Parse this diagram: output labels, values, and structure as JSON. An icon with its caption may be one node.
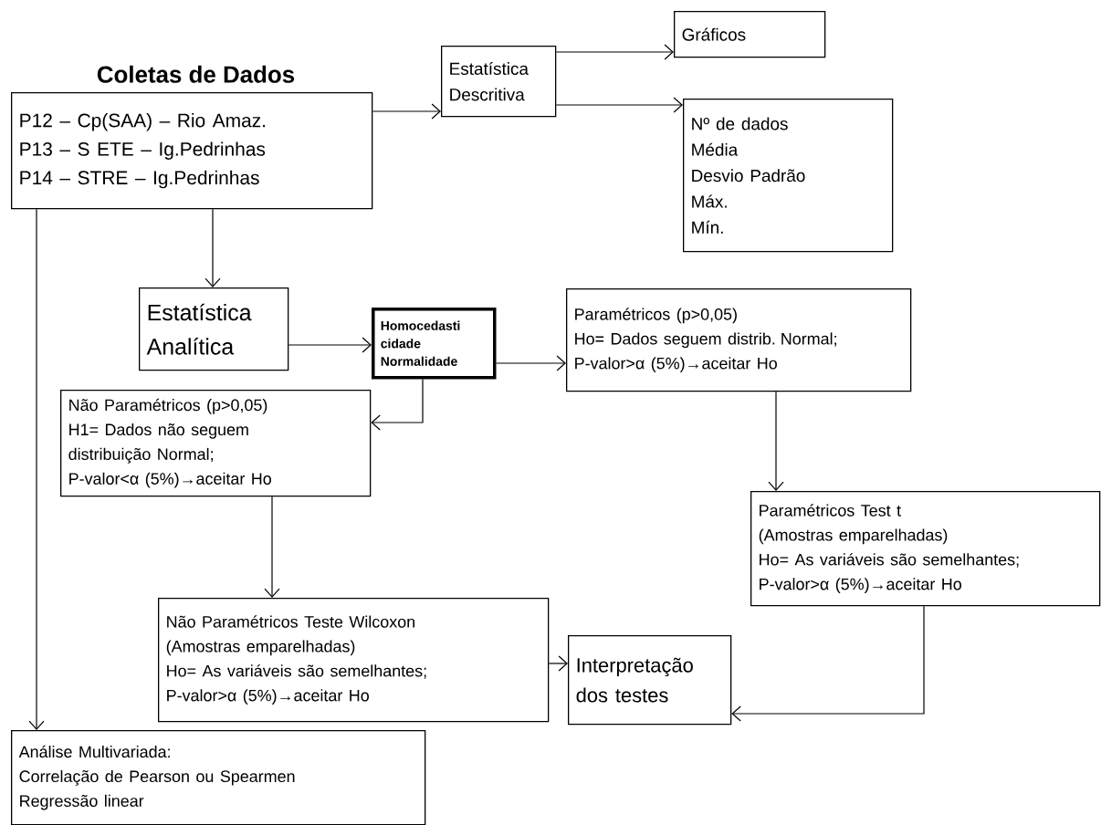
{
  "diagram": {
    "nodes": [
      {
        "text": [
          "Coletas de Dados",
          "P12 – Cp(SAA) – Rio Amaz.",
          "P13 – S ETE – Ig.Pedrinhas",
          "P14 – STRE – Ig.Pedrinhas"
        ]
      },
      {
        "text": [
          "Estatística Descritiva"
        ]
      },
      {
        "text": [
          "Gráficos"
        ]
      },
      {
        "text": [
          "Nº de dados",
          "Média",
          "Desvio Padrão",
          "Máx.",
          "Mín."
        ]
      },
      {
        "text": [
          "Estatística Analítica"
        ]
      },
      {
        "text": [
          "Homocedasti cidade Normalidade"
        ]
      },
      {
        "text": [
          "Paramétricos (p>0,05)",
          "Ho= Dados seguem distrib. Normal;",
          "P-valor>α (5%)→aceitar Ho"
        ]
      },
      {
        "text": [
          "Não Paramétricos (p>0,05)",
          "H1= Dados não seguem distribuição Normal;",
          "P-valor<α (5%)→aceitar Ho"
        ]
      },
      {
        "text": [
          "Paramétricos Test t",
          "(Amostras emparelhadas)",
          "Ho= As variáveis são semelhantes;",
          "P-valor>α (5%)→aceitar Ho"
        ]
      },
      {
        "text": [
          "Não Paramétricos Teste Wilcoxon",
          "(Amostras emparelhadas)",
          "Ho= As variáveis são semelhantes;",
          "P-valor>α (5%)→aceitar Ho"
        ]
      },
      {
        "text": [
          "Interpretação dos testes"
        ]
      },
      {
        "text": [
          "Análise Multivariada:",
          "Correlação de Pearson ou Spearmen",
          "Regressão linear"
        ]
      }
    ],
    "edges": [
      {
        "from": 0,
        "to": 1,
        "arrow": "to"
      },
      {
        "from": 1,
        "to": 2,
        "arrow": "to"
      },
      {
        "from": 1,
        "to": 3,
        "arrow": "to"
      },
      {
        "from": 0,
        "to": 4,
        "arrow": "to"
      },
      {
        "from": 0,
        "to": 11,
        "arrow": "to"
      },
      {
        "from": 4,
        "to": 5,
        "arrow": "to"
      },
      {
        "from": 5,
        "to": 6,
        "arrow": "to"
      },
      {
        "from": 5,
        "to": 7,
        "arrow": "to"
      },
      {
        "from": 6,
        "to": 8,
        "arrow": "to"
      },
      {
        "from": 7,
        "to": 9,
        "arrow": "to"
      },
      {
        "from": 9,
        "to": 10,
        "arrow": "to"
      },
      {
        "from": 8,
        "to": 10,
        "arrow": "to"
      }
    ]
  }
}
